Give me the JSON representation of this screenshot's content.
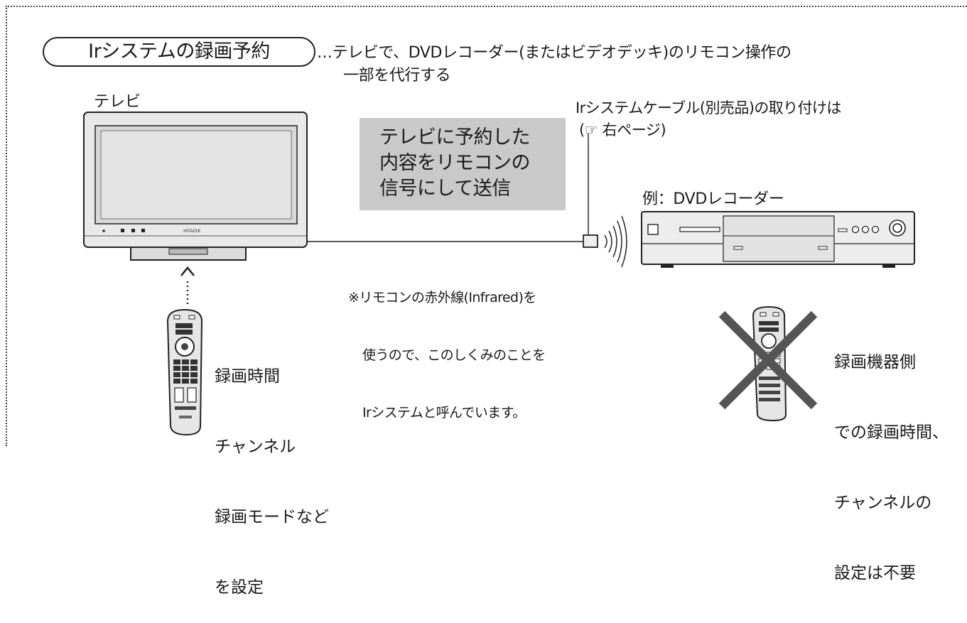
{
  "heading": {
    "pill": "Irシステムの録画予約",
    "description_line1": "…テレビで、DVDレコーダー(またはビデオデッキ)のリモコン操作の",
    "description_line2": "一部を代行する"
  },
  "tv": {
    "label": "テレビ",
    "brand": "HITACHI"
  },
  "cable_note": {
    "line1": "Irシステムケーブル(別売品)の取り付けは",
    "line2": "(☞ 右ページ)"
  },
  "gray_box": {
    "lines": [
      "テレビに予約した",
      "内容をリモコンの",
      "信号にして送信"
    ]
  },
  "recorder": {
    "label": "例：DVDレコーダー"
  },
  "infrared_note": {
    "lines": [
      "※リモコンの赤外線(Infrared)を",
      "使うので、このしくみのことを",
      "Irシステムと呼んでいます。"
    ]
  },
  "tv_remote_caption": {
    "lines": [
      "録画時間",
      "チャンネル",
      "録画モードなど",
      "を設定"
    ]
  },
  "recorder_remote_caption": {
    "lines": [
      "録画機器側",
      "での録画時間、",
      "チャンネルの",
      "設定は不要"
    ]
  },
  "colors": {
    "gray_box": "#c9c9c9",
    "cross": "#555555",
    "outline": "#222222"
  }
}
